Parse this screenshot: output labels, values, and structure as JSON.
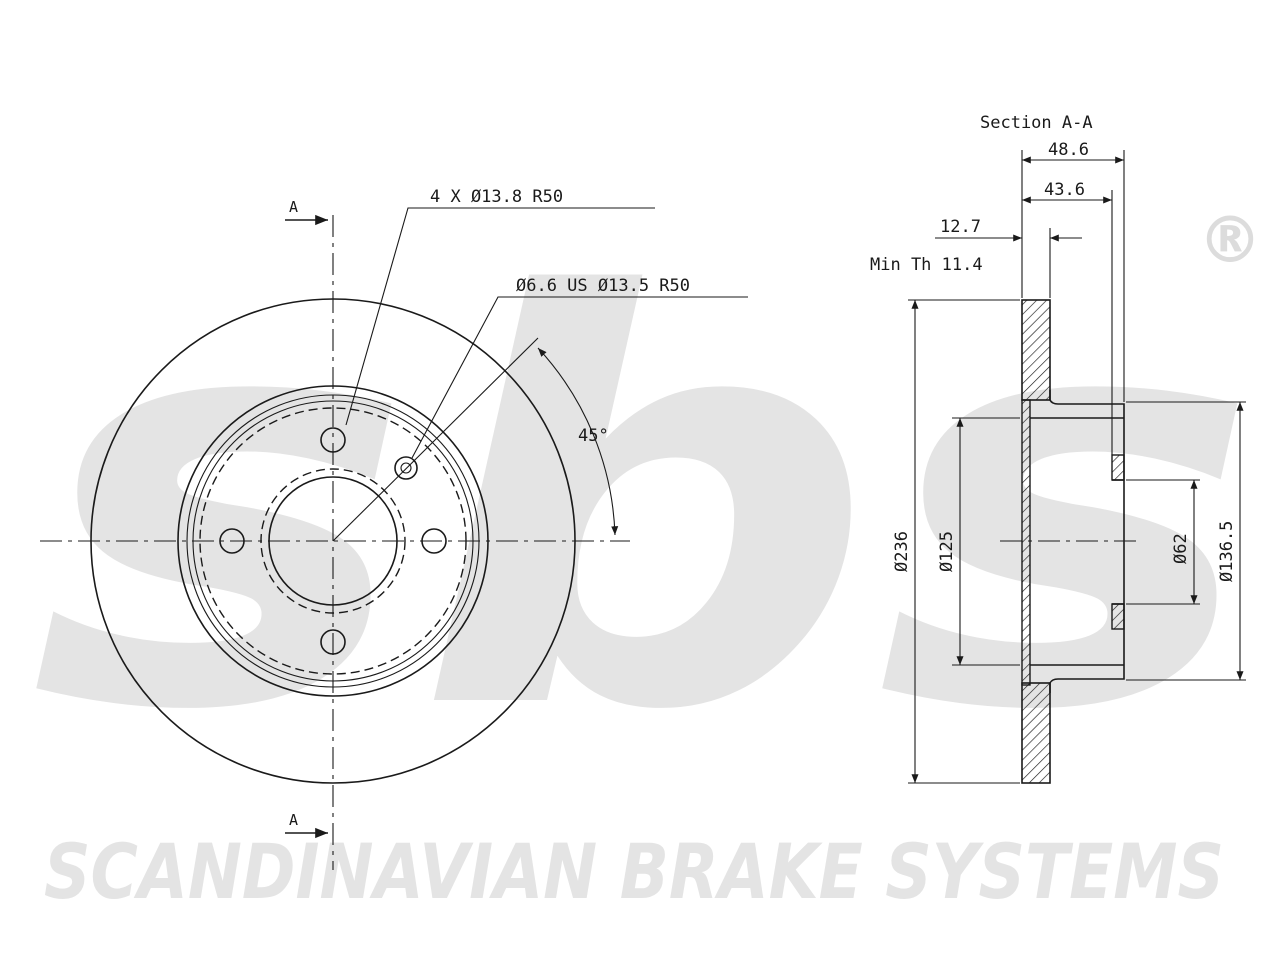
{
  "brand": {
    "logo_text": "sbs",
    "registered_mark": "®",
    "company_name": "SCANDINAVIAN BRAKE SYSTEMS"
  },
  "front_view": {
    "section_marker_top": "A",
    "section_marker_bottom": "A",
    "bolt_holes_label": "4 X Ø13.8  R50",
    "hole_label": "Ø6.6 US Ø13.5 R50",
    "angle_label": "45°"
  },
  "section_view": {
    "title": "Section A-A",
    "overall_depth": "48.6",
    "hat_depth": "43.6",
    "thickness": "12.7",
    "min_thickness_label": "Min Th  11.4",
    "outer_diameter": "Ø236",
    "hat_diameter": "Ø125",
    "bore_diameter": "Ø62",
    "pcd_diameter": "Ø136.5"
  },
  "colors": {
    "lines": "#1a1a1a",
    "watermark": "#e4e4e4",
    "hatch": "#1a1a1a"
  }
}
